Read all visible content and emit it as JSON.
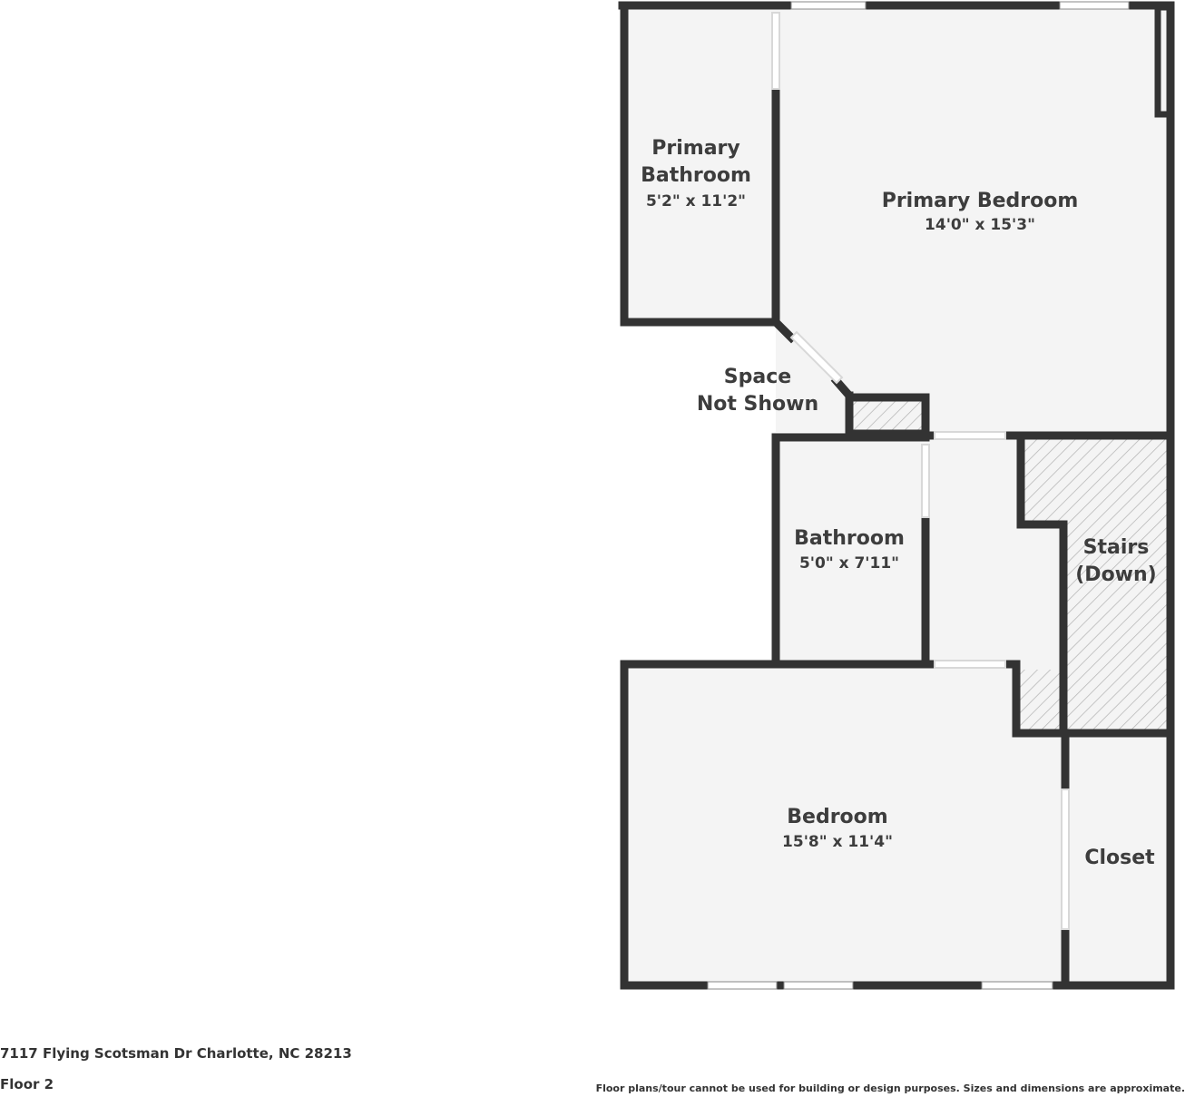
{
  "rooms": {
    "primary_bathroom": {
      "name_line1": "Primary",
      "name_line2": "Bathroom",
      "dims": "5'2\" x 11'2\""
    },
    "primary_bedroom": {
      "name": "Primary Bedroom",
      "dims": "14'0\" x 15'3\""
    },
    "space_not_shown": {
      "line1": "Space",
      "line2": "Not Shown"
    },
    "bathroom": {
      "name": "Bathroom",
      "dims": "5'0\" x 7'11\""
    },
    "stairs": {
      "line1": "Stairs",
      "line2": "(Down)"
    },
    "bedroom": {
      "name": "Bedroom",
      "dims": "15'8\" x 11'4\""
    },
    "closet": {
      "name": "Closet"
    }
  },
  "footer": {
    "address": "7117 Flying Scotsman Dr Charlotte, NC 28213",
    "floor": "Floor 2",
    "disclaimer": "Floor plans/tour cannot be used for building or design purposes. Sizes and dimensions are approximate."
  },
  "colors": {
    "wall": "#333333",
    "floor": "#f4f4f4",
    "hatch": "#bdbdbd",
    "text": "#3d3d3d"
  }
}
